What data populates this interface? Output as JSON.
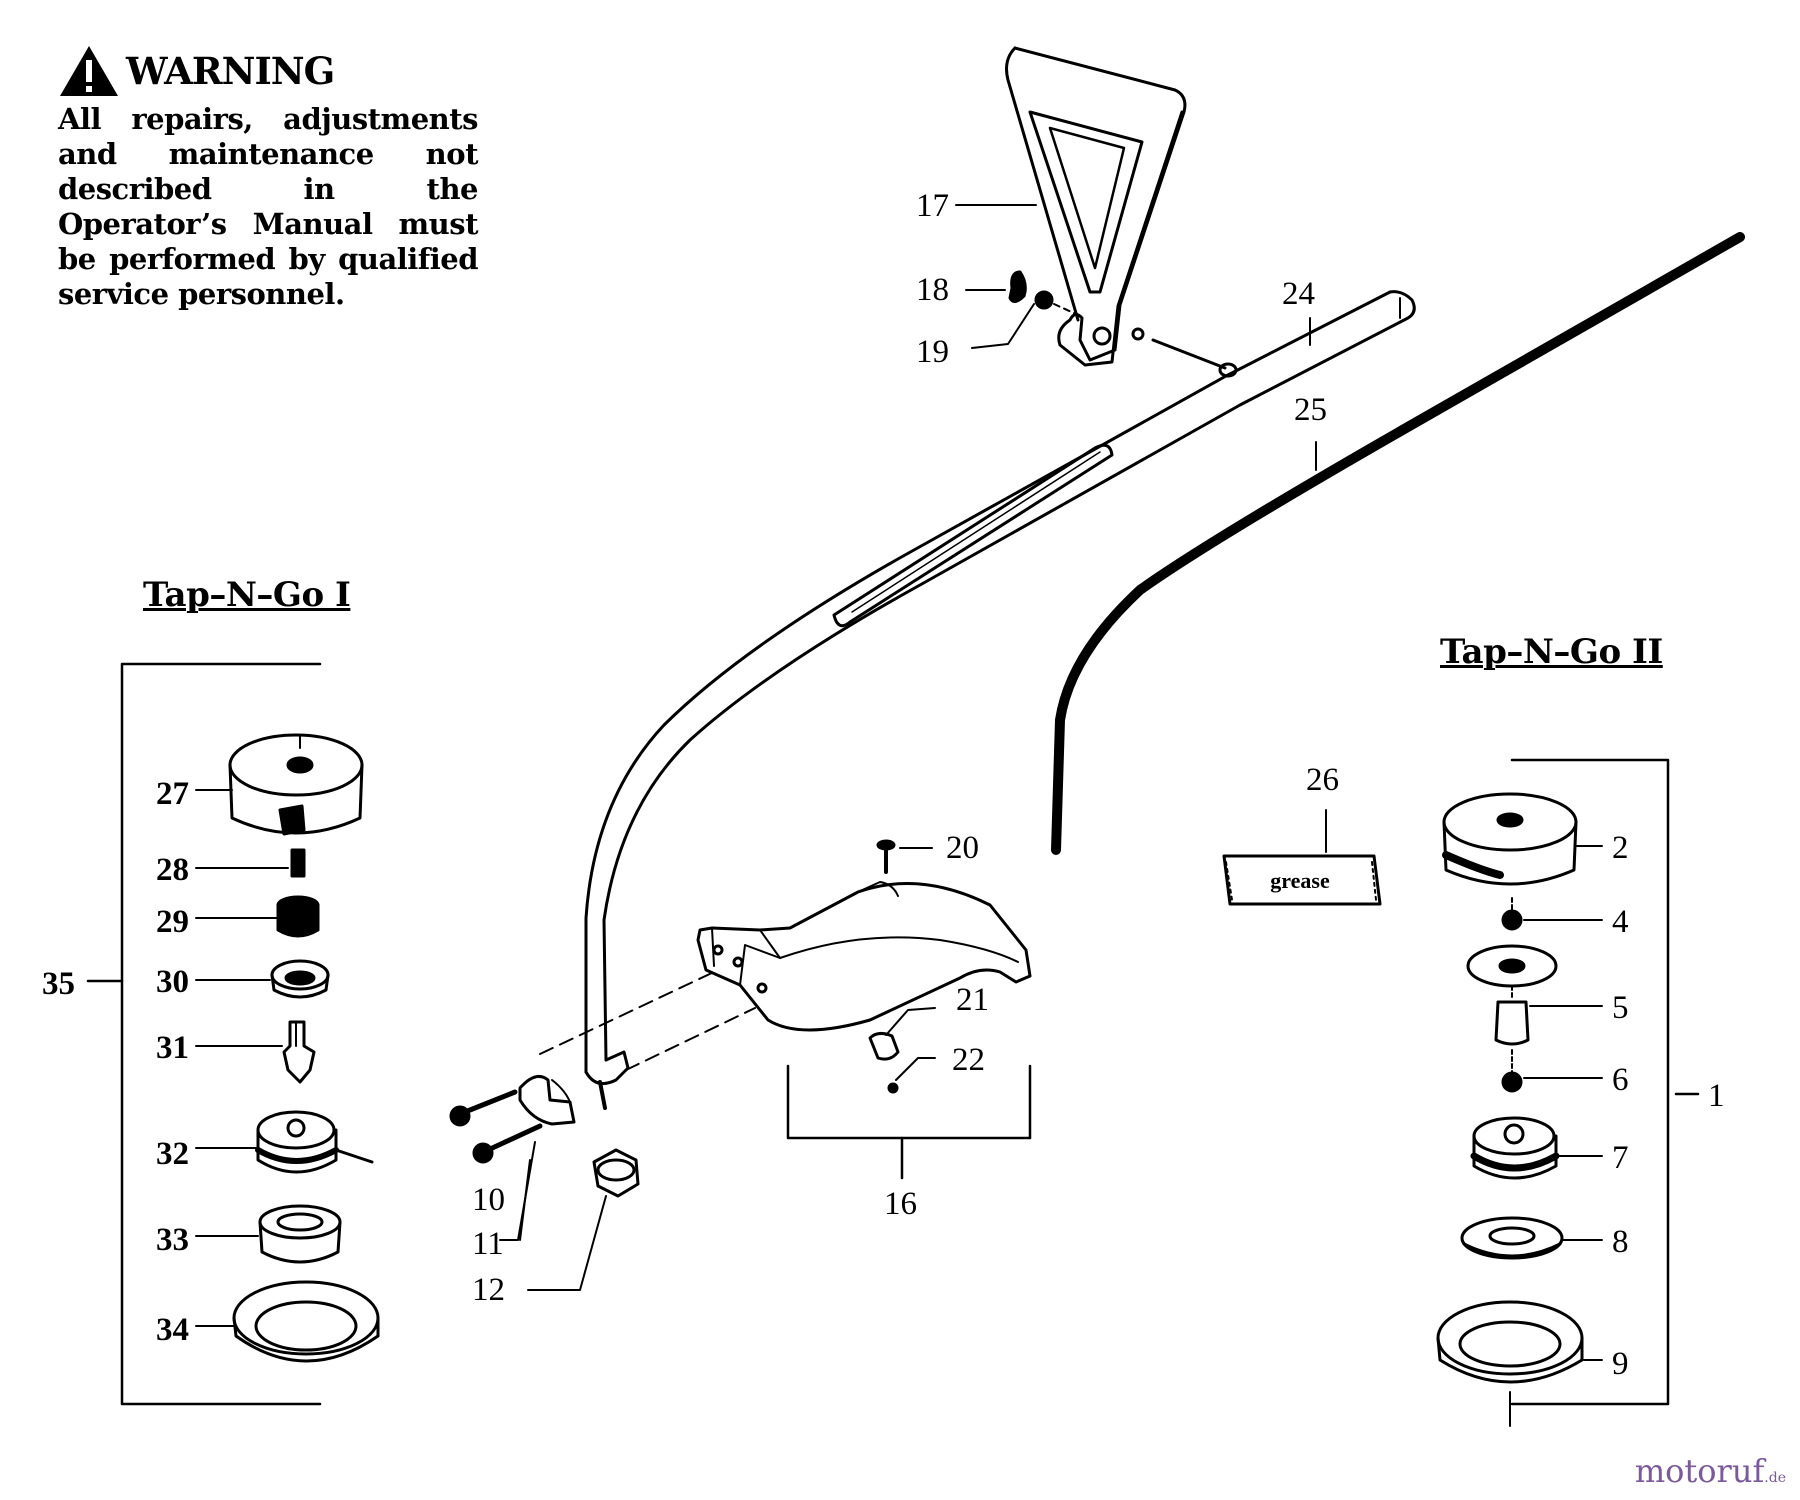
{
  "warning": {
    "title": "WARNING",
    "text": "All repairs, adjustments and maintenance not described in the Operator’s Manual must be performed by qualified service personnel."
  },
  "sections": {
    "left_title": "Tap–N–Go I",
    "right_title": "Tap–N–Go II"
  },
  "grease_label": "grease",
  "labels": {
    "p1": "1",
    "p2": "2",
    "p4": "4",
    "p5": "5",
    "p6": "6",
    "p7": "7",
    "p8": "8",
    "p9": "9",
    "p10": "10",
    "p11": "11",
    "p12": "12",
    "p16": "16",
    "p17": "17",
    "p18": "18",
    "p19": "19",
    "p20": "20",
    "p21": "21",
    "p22": "22",
    "p24": "24",
    "p25": "25",
    "p26": "26",
    "p27": "27",
    "p28": "28",
    "p29": "29",
    "p30": "30",
    "p31": "31",
    "p32": "32",
    "p33": "33",
    "p34": "34",
    "p35": "35"
  },
  "watermark": {
    "main": "motoruf",
    "suffix": ".de"
  },
  "colors": {
    "ink": "#000000",
    "paper": "#ffffff",
    "watermark": "#7a5a9a"
  }
}
